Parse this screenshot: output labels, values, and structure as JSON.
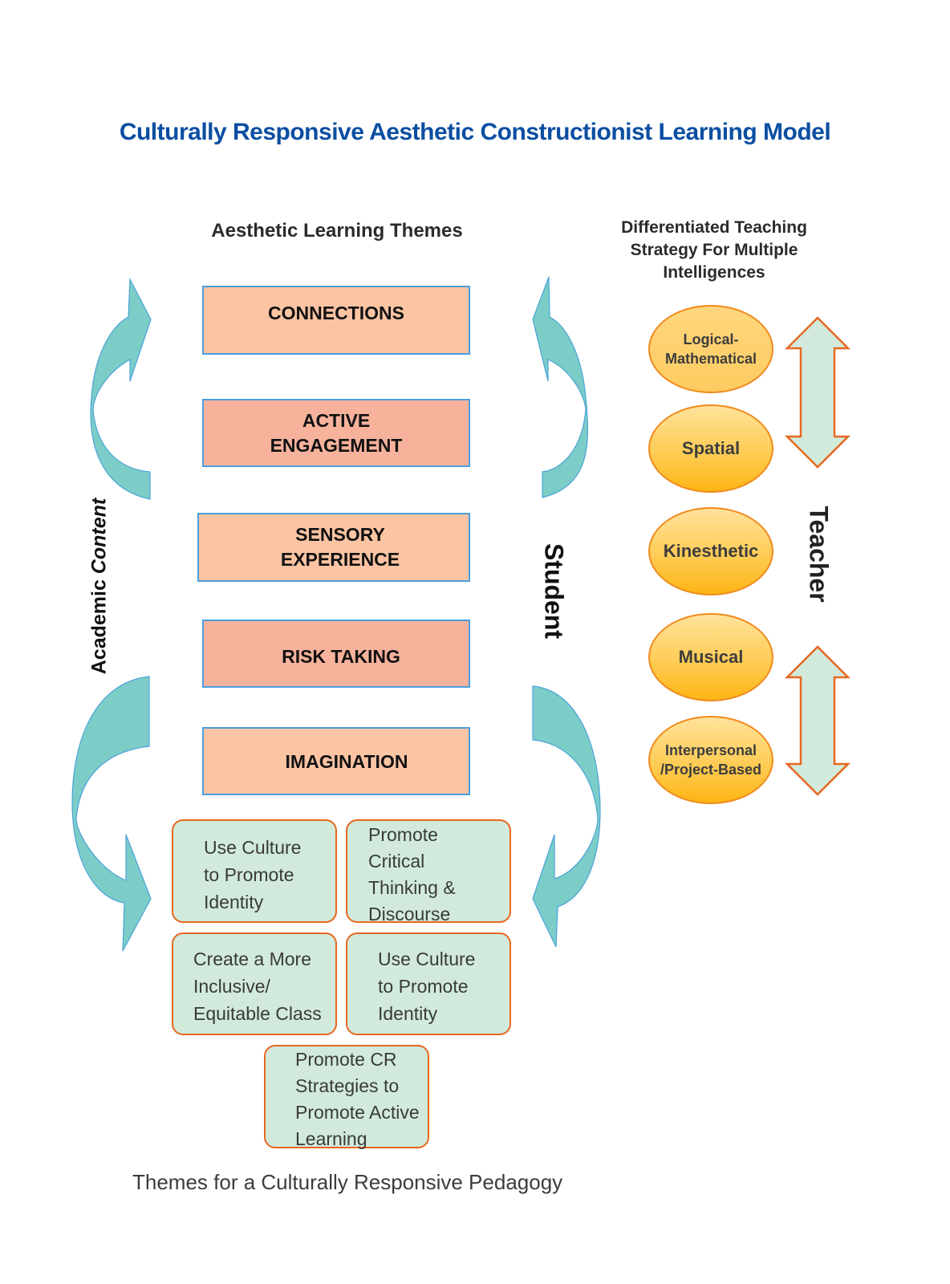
{
  "title": "Culturally Responsive Aesthetic Constructionist Learning Model",
  "themes_column": {
    "heading": "Aesthetic Learning Themes",
    "items": [
      {
        "label": "CONNECTIONS"
      },
      {
        "label": "ACTIVE\nENGAGEMENT"
      },
      {
        "label": "SENSORY\nEXPERIENCE"
      },
      {
        "label": "RISK TAKING"
      },
      {
        "label": "IMAGINATION"
      }
    ]
  },
  "side_labels": {
    "left": {
      "regular": "Academic ",
      "italic": "Content"
    },
    "student": "Student",
    "teacher": "Teacher"
  },
  "strategy_column": {
    "heading": "Differentiated Teaching\nStrategy For Multiple\nIntelligences",
    "intelligences": [
      {
        "label": "Logical-\nMathematical"
      },
      {
        "label": "Spatial"
      },
      {
        "label": "Kinesthetic"
      },
      {
        "label": "Musical"
      },
      {
        "label": "Interpersonal\n/Project-Based"
      }
    ]
  },
  "cr_themes": [
    {
      "label": "Use Culture\nto Promote\nIdentity"
    },
    {
      "label": "Promote\nCritical\nThinking &\nDiscourse"
    },
    {
      "label": "Create a More\nInclusive/\nEquitable Class"
    },
    {
      "label": "Use Culture\nto Promote\nIdentity"
    },
    {
      "label": "Promote CR\nStrategies to\nPromote Active\nLearning"
    }
  ],
  "caption": "Themes for a Culturally Responsive Pedagogy",
  "colors": {
    "title_blue": "#0b4ea2",
    "theme_peach": "#fcc4a3",
    "theme_salmon": "#f7b29c",
    "theme_border": "#4a9ee0",
    "teal_arrow": "#7ccdc8",
    "oval_fill": "#fdc23d",
    "oval_border": "#f08a1c",
    "green_box": "#d1eadc",
    "orange_border": "#e8681f"
  }
}
